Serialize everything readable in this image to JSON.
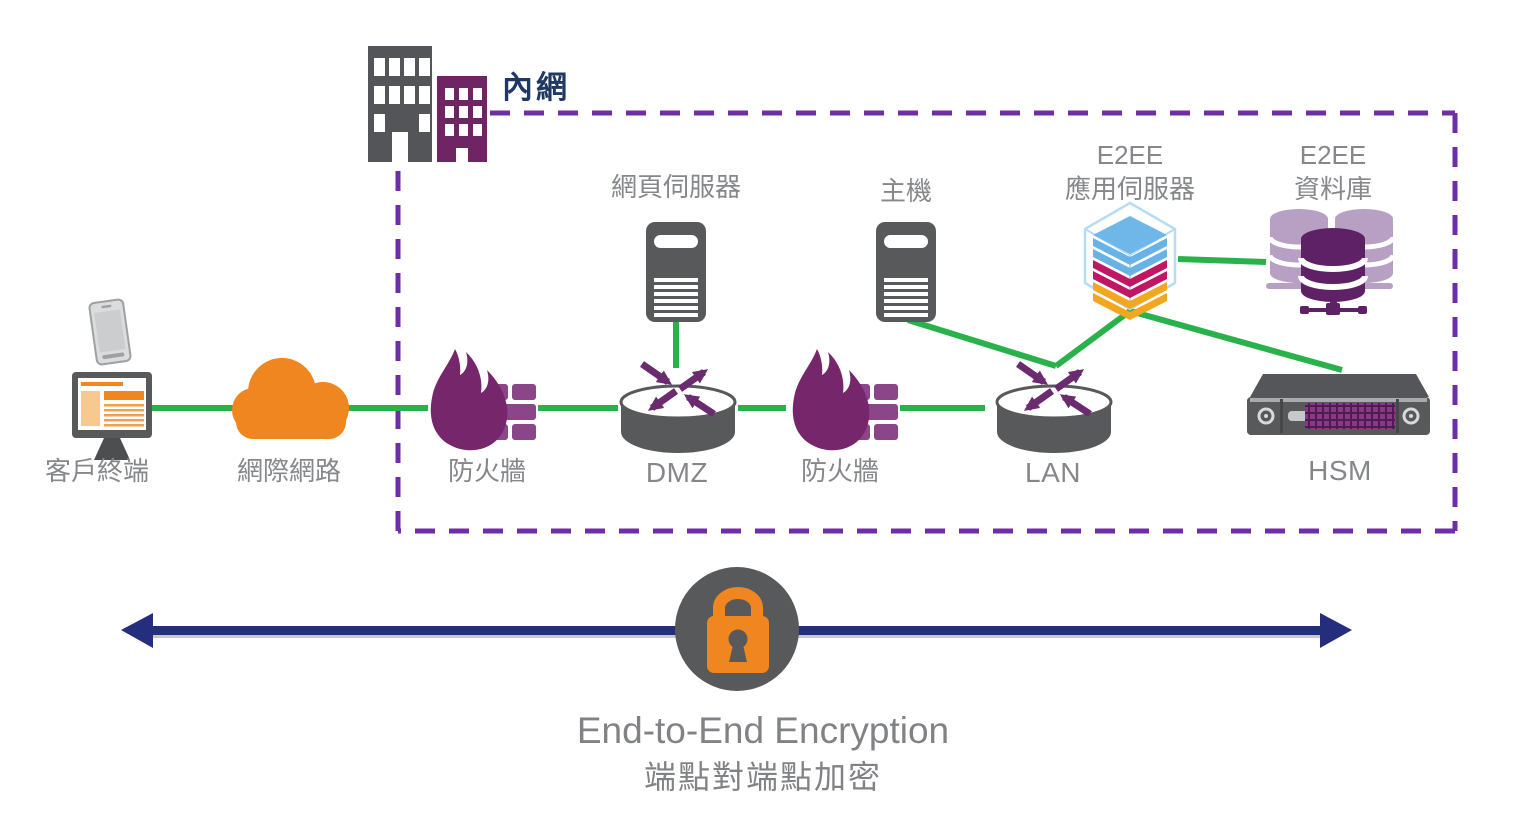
{
  "intranet": {
    "label": "內網"
  },
  "nodes": {
    "client": {
      "label": "客戶終端"
    },
    "internet": {
      "label": "網際網路"
    },
    "firewall_outer": {
      "label": "防火牆"
    },
    "web_server": {
      "label": "網頁伺服器"
    },
    "dmz": {
      "label": "DMZ"
    },
    "firewall_inner": {
      "label": "防火牆"
    },
    "host": {
      "label": "主機"
    },
    "lan": {
      "label": "LAN"
    },
    "e2ee_app_server": {
      "label_line1": "E2EE",
      "label_line2": "應用伺服器"
    },
    "e2ee_database": {
      "label_line1": "E2EE",
      "label_line2": "資料庫"
    },
    "hsm": {
      "label": "HSM"
    }
  },
  "footer": {
    "title_en": "End-to-End Encryption",
    "title_zh": "端點對端點加密"
  },
  "icons": {
    "intranet": "office-buildings-icon",
    "client": "smartphone-and-monitor-icon",
    "internet": "cloud-icon",
    "firewall": "flame-brick-wall-icon",
    "web_server": "tower-server-icon",
    "host": "tower-server-icon",
    "dmz": "router-icon",
    "lan": "router-icon",
    "e2ee_app_server": "stacked-layers-cube-icon",
    "e2ee_database": "database-cylinders-icon",
    "hsm": "rack-appliance-icon",
    "encryption": "padlock-icon"
  },
  "colors": {
    "connection_green": "#29B24B",
    "boundary_dash_purple": "#6F2DA8",
    "accent_orange": "#F0861F",
    "icon_purple": "#76276B",
    "icon_gray": "#58595B",
    "label_gray": "#85878B",
    "arrow_navy": "#252E7D",
    "intranet_label_navy": "#1F3864",
    "app_layer_blue": "#69B2E6",
    "app_layer_magenta": "#C01663",
    "app_layer_orange": "#F2A71F",
    "db_light_purple": "#B7A0C3",
    "db_dark_purple": "#5E2166"
  }
}
